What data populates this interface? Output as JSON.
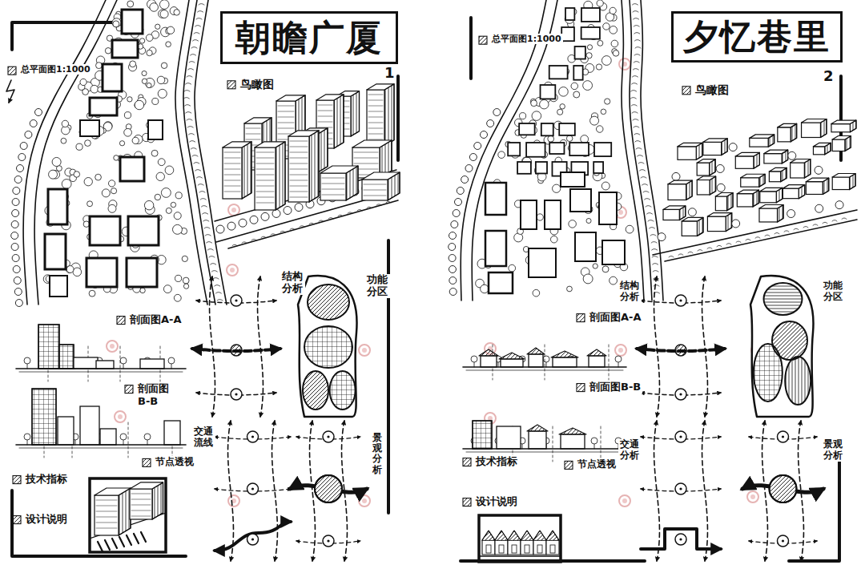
{
  "diagram": {
    "nodes": [
      {
        "text": [
          "朝瞻广厦"
        ]
      },
      {
        "text": [
          "夕忆巷里"
        ]
      }
    ],
    "labels": [
      "1",
      "总平面图1:1000",
      "鸟瞰图",
      "剖面图A-A",
      "剖面图 B-B",
      "结构分析",
      "功能分区",
      "技术指标",
      "设计说明",
      "节点透视",
      "交通流线",
      "景观分析",
      "2",
      "总平面图1:1000",
      "鸟瞰图",
      "剖面图A-A",
      "剖面图B-B",
      "结构分析",
      "功能分区",
      "技术指标",
      "设计说明",
      "节点透视",
      "交通分析",
      "景观分析"
    ]
  }
}
